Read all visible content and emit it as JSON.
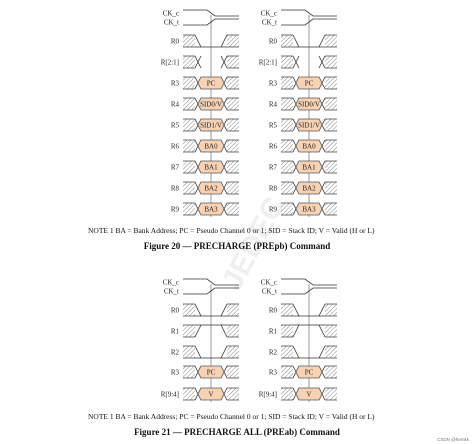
{
  "figures": [
    {
      "rows": [
        {
          "name": "CK_c",
          "kind": "ck_c"
        },
        {
          "name": "CK_t",
          "kind": "ck_t"
        },
        {
          "name": "R0",
          "kind": "low"
        },
        {
          "name": "R[2:1]",
          "kind": "none"
        },
        {
          "name": "R3",
          "kind": "cell",
          "text": "PC"
        },
        {
          "name": "R4",
          "kind": "cell",
          "text": "SID0/V"
        },
        {
          "name": "R5",
          "kind": "cell",
          "text": "SID1/V"
        },
        {
          "name": "R6",
          "kind": "cell",
          "text": "BA0"
        },
        {
          "name": "R7",
          "kind": "cell",
          "text": "BA1"
        },
        {
          "name": "R8",
          "kind": "cell",
          "text": "BA2"
        },
        {
          "name": "R9",
          "kind": "cell",
          "text": "BA3"
        }
      ],
      "note": "NOTE 1    BA = Bank Address; PC = Pseudo Channel 0 or 1; SID = Stack ID; V = Valid (H or L)",
      "caption": "Figure 20 — PRECHARGE (PREpb) Command"
    },
    {
      "rows": [
        {
          "name": "CK_c",
          "kind": "ck_c"
        },
        {
          "name": "CK_t",
          "kind": "ck_t"
        },
        {
          "name": "R0",
          "kind": "low"
        },
        {
          "name": "R1",
          "kind": "high"
        },
        {
          "name": "R2",
          "kind": "low"
        },
        {
          "name": "R3",
          "kind": "cell",
          "text": "PC"
        },
        {
          "name": "R[9:4]",
          "kind": "cell",
          "text": "V"
        }
      ],
      "note": "NOTE 1    BA = Bank Address; PC = Pseudo Channel 0 or 1; SID = Stack ID; V = Valid (H or L)",
      "caption": "Figure 21 — PRECHARGE ALL (PREab) Command"
    }
  ],
  "watermark": "JEDEC",
  "credit": "CSDN @hemkk",
  "colors": {
    "cell_fill": "#f8d2b4",
    "cell_stroke": "#555555",
    "line": "#333333",
    "hatch": "#777777"
  }
}
